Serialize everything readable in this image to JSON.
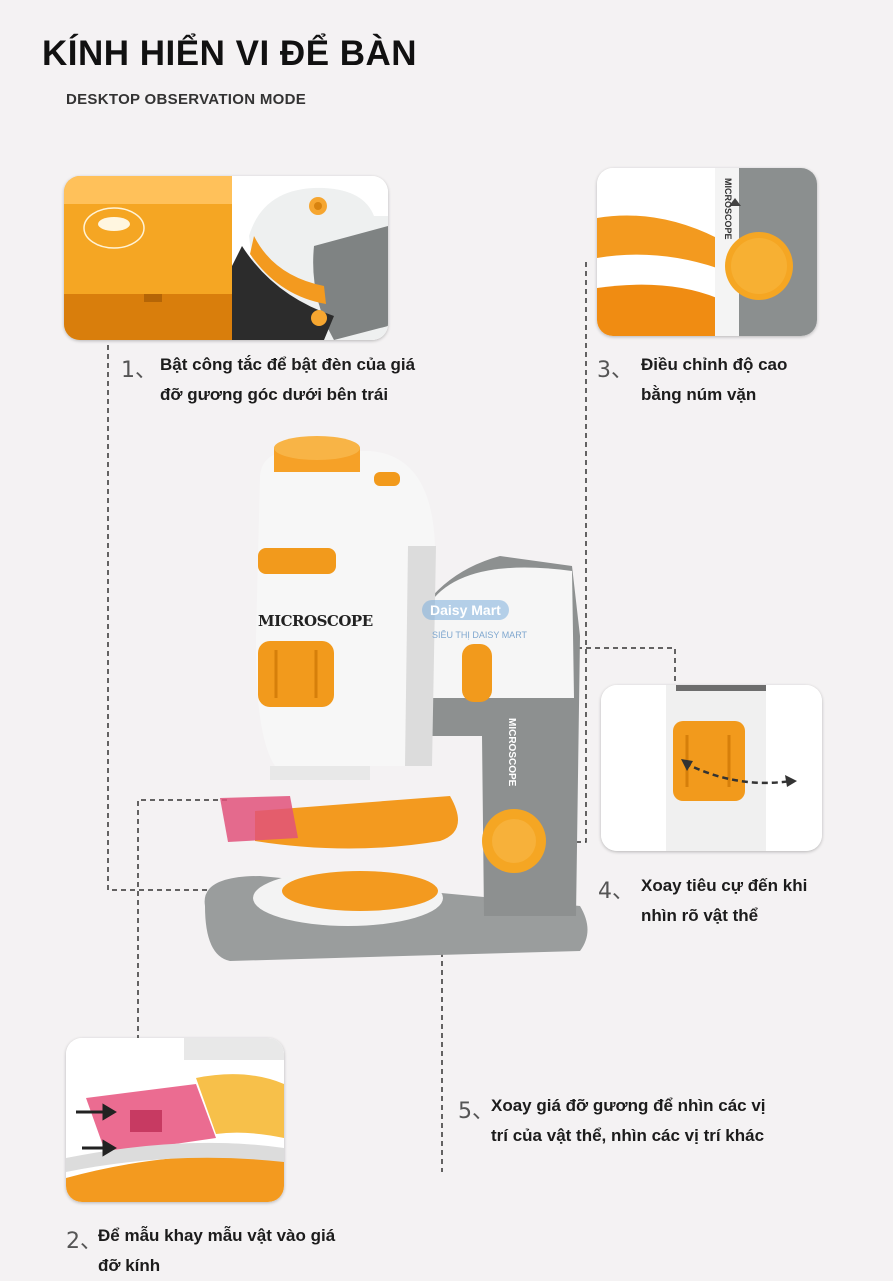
{
  "header": {
    "title": "KÍNH HIỂN VI ĐỂ BÀN",
    "subtitle": "DESKTOP OBSERVATION MODE"
  },
  "steps": [
    {
      "number": "1、",
      "lines": [
        "Bật công tắc để bật đèn của giá",
        "đỡ gương góc dưới bên trái"
      ]
    },
    {
      "number": "2、",
      "lines": [
        "Để mẫu khay mẫu vật vào giá",
        "đỡ kính"
      ]
    },
    {
      "number": "3、",
      "lines": [
        "Điều chỉnh độ cao",
        "bằng núm vặn"
      ]
    },
    {
      "number": "4、",
      "lines": [
        "Xoay tiêu cự đến khi",
        "nhìn rõ vật thể"
      ]
    },
    {
      "number": "5、",
      "lines": [
        "Xoay giá đỡ gương để nhìn các vị",
        "trí của vật thể, nhìn các vị trí khác"
      ]
    }
  ],
  "product": {
    "body_label": "MICROSCOPE",
    "arm_label": "MICROSCOPE",
    "knob_label": "MICROSCOPE"
  },
  "watermark": {
    "brand": "Daisy Mart",
    "tagline": "SIÊU THỊ DAISY MART"
  },
  "colors": {
    "orange": "#f29a1c",
    "grey": "#8d9090",
    "white": "#fafafa",
    "pink": "#e0527a"
  }
}
